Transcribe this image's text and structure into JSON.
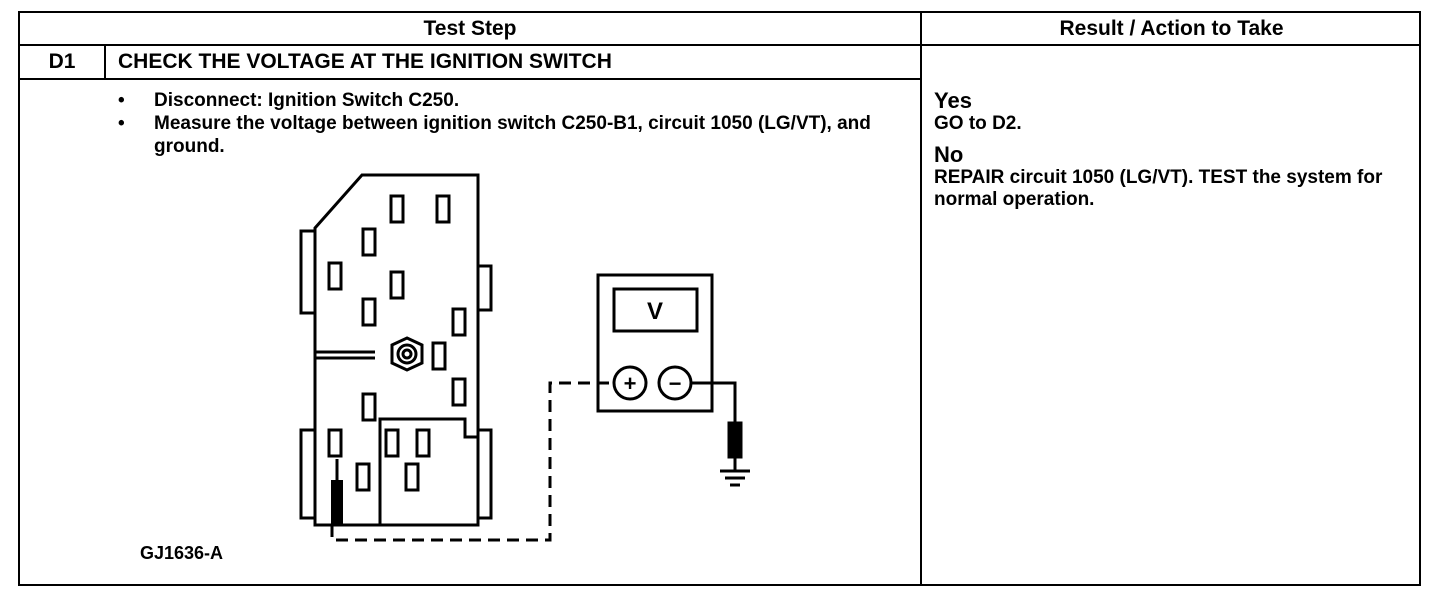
{
  "header": {
    "test_step": "Test Step",
    "result_action": "Result / Action to Take"
  },
  "step": {
    "id": "D1",
    "title": "CHECK THE VOLTAGE AT THE IGNITION SWITCH",
    "bullets": [
      "Disconnect: Ignition Switch C250.",
      "Measure the voltage between ignition switch C250-B1, circuit 1050 (LG/VT), and ground."
    ]
  },
  "figure": {
    "meter_label": "V",
    "plus_symbol": "+",
    "minus_symbol": "−",
    "code": "GJ1636-A"
  },
  "result": {
    "yes_label": "Yes",
    "yes_text_prefix": "GO to ",
    "yes_target": "D2",
    "yes_text_suffix": ".",
    "no_label": "No",
    "no_text": "REPAIR circuit 1050 (LG/VT). TEST the system for normal operation."
  }
}
